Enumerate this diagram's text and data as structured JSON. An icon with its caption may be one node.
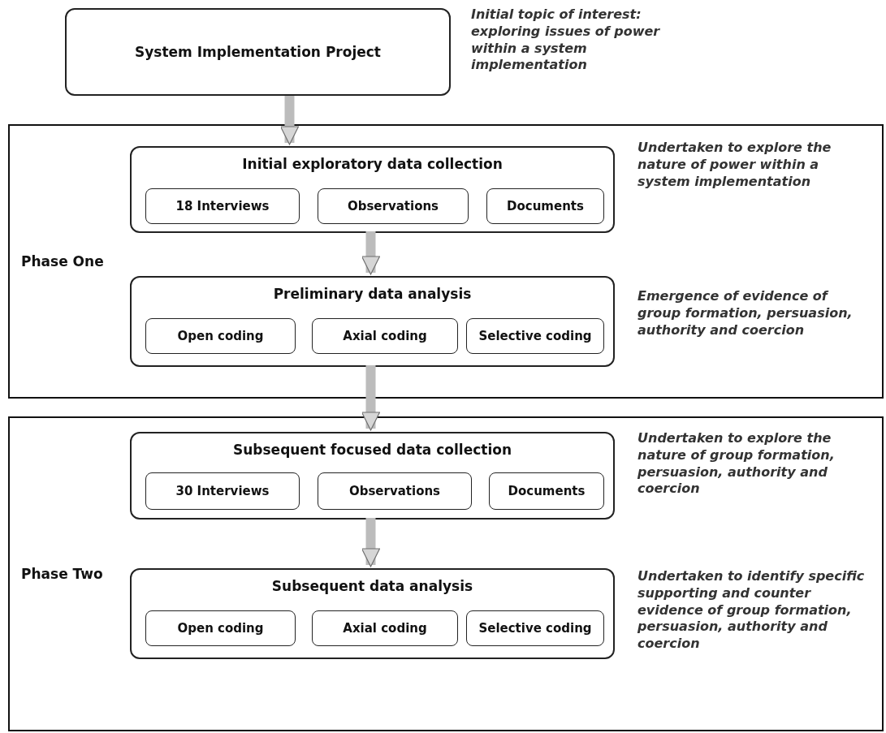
{
  "diagram": {
    "nodes": [
      {
        "text": [
          "System Implementation Project"
        ],
        "beside": [
          "Initial topic of interest: exploring issues of power within a system implementation"
        ]
      },
      {
        "text": [
          "Phase One"
        ]
      },
      {
        "text": [
          "Initial exploratory data collection"
        ],
        "in": 1,
        "beside": [
          "Undertaken to explore the nature of power within a system implementation"
        ]
      },
      {
        "text": [
          "18 Interviews"
        ],
        "in": 2
      },
      {
        "text": [
          "Observations"
        ],
        "in": 2
      },
      {
        "text": [
          "Documents"
        ],
        "in": 2
      },
      {
        "text": [
          "Preliminary data analysis"
        ],
        "in": 1,
        "beside": [
          "Emergence of evidence of group formation, persuasion, authority and coercion"
        ]
      },
      {
        "text": [
          "Open coding"
        ],
        "in": 6
      },
      {
        "text": [
          "Axial coding"
        ],
        "in": 6
      },
      {
        "text": [
          "Selective coding"
        ],
        "in": 6
      },
      {
        "text": [
          "Phase Two"
        ]
      },
      {
        "text": [
          "Subsequent focused data collection"
        ],
        "in": 10,
        "beside": [
          "Undertaken to explore the nature of group formation, persuasion, authority and coercion"
        ]
      },
      {
        "text": [
          "30 Interviews"
        ],
        "in": 11
      },
      {
        "text": [
          "Observations"
        ],
        "in": 11
      },
      {
        "text": [
          "Documents"
        ],
        "in": 11
      },
      {
        "text": [
          "Subsequent data analysis"
        ],
        "in": 10,
        "beside": [
          "Undertaken to identify specific supporting and counter evidence of group formation, persuasion, authority and coercion"
        ]
      },
      {
        "text": [
          "Open coding"
        ],
        "in": 15
      },
      {
        "text": [
          "Axial coding"
        ],
        "in": 15
      },
      {
        "text": [
          "Selective coding"
        ],
        "in": 15
      }
    ],
    "edges": [
      {
        "from": 0,
        "to": 2,
        "arrow": "to"
      },
      {
        "from": 2,
        "to": 6,
        "arrow": "to"
      },
      {
        "from": 6,
        "to": 11,
        "arrow": "to"
      },
      {
        "from": 11,
        "to": 15,
        "arrow": "to"
      }
    ]
  }
}
